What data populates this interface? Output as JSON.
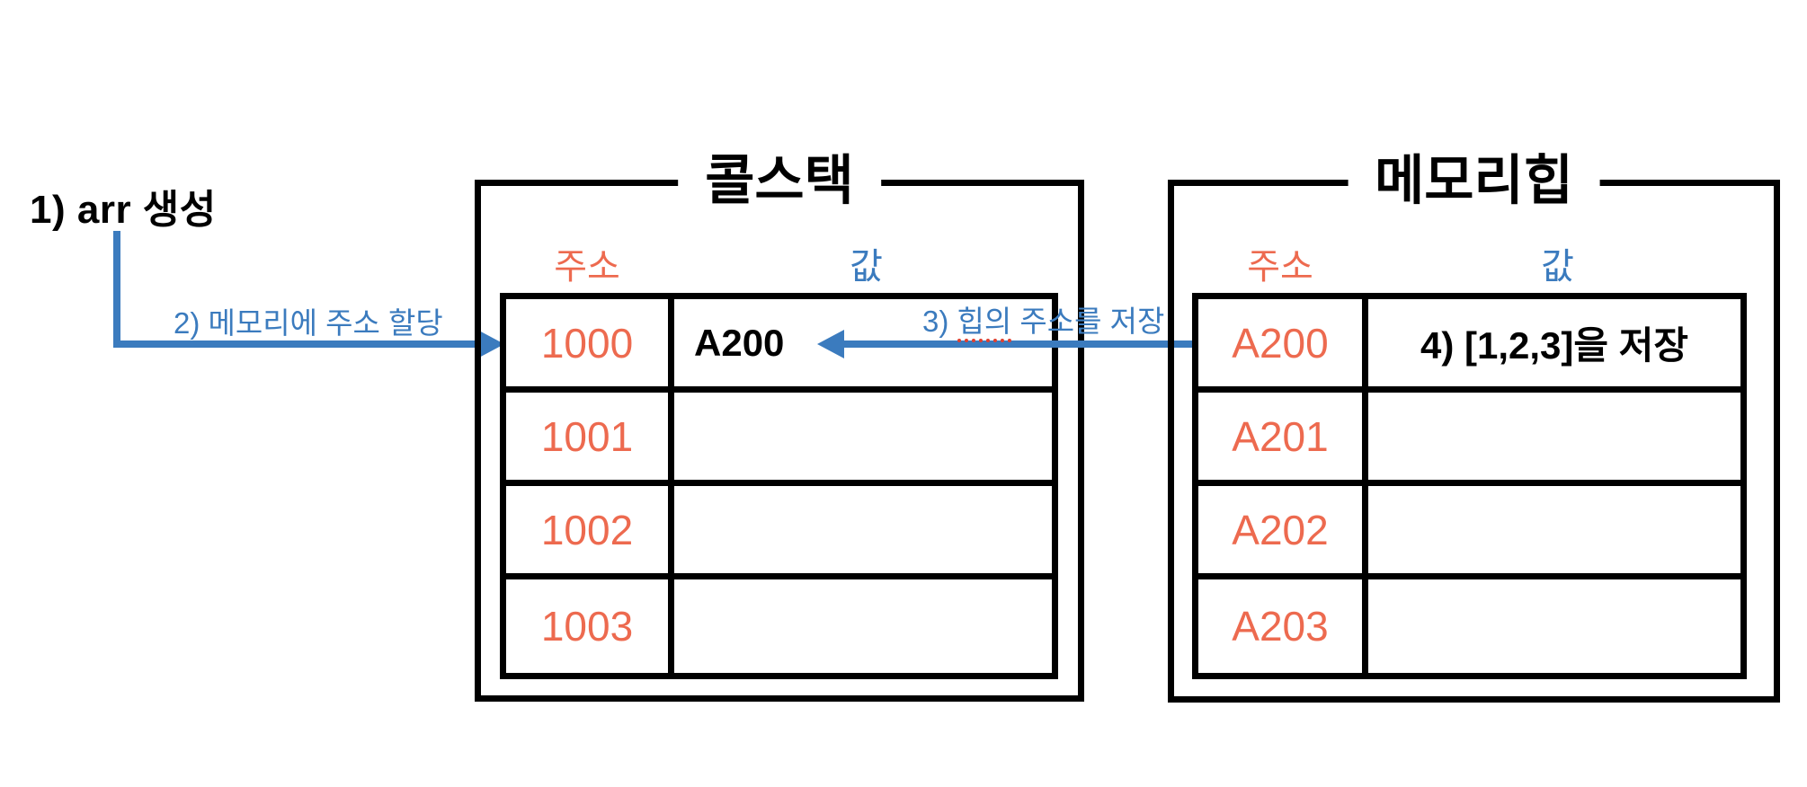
{
  "palette": {
    "accent_blue": "#3b7bbe",
    "accent_coral": "#ed6a4f",
    "squiggle_red": "#e0402f",
    "ink": "#000000"
  },
  "annotations": {
    "step1": "1) arr 생성",
    "step2": "2) 메모리에 주소 할당",
    "step3": {
      "prefix": "3) ",
      "underlined": "힙의",
      "suffix": " 주소를 저장"
    }
  },
  "call_stack": {
    "title": "콜스택",
    "columns": {
      "address": "주소",
      "value": "값"
    },
    "rows": [
      {
        "address": "1000",
        "value": "A200"
      },
      {
        "address": "1001",
        "value": ""
      },
      {
        "address": "1002",
        "value": ""
      },
      {
        "address": "1003",
        "value": ""
      }
    ]
  },
  "memory_heap": {
    "title": "메모리힙",
    "columns": {
      "address": "주소",
      "value": "값"
    },
    "rows": [
      {
        "address": "A200",
        "value": "4)  [1,2,3]을 저장"
      },
      {
        "address": "A201",
        "value": ""
      },
      {
        "address": "A202",
        "value": ""
      },
      {
        "address": "A203",
        "value": ""
      }
    ]
  }
}
